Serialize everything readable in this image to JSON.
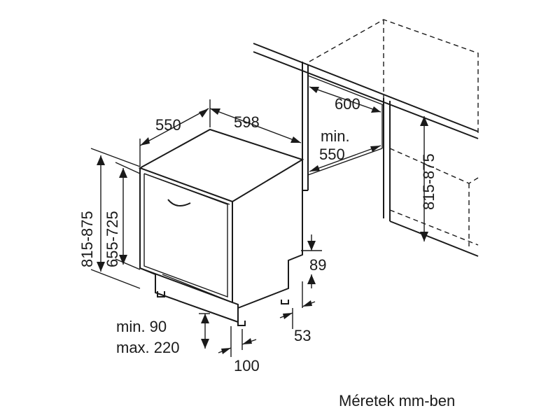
{
  "caption": "Méretek mm-ben",
  "dimensions": {
    "depth": "550",
    "width": "598",
    "height_range_left": "815-875",
    "door_height_range": "655-725",
    "niche_width": "600",
    "niche_depth_line1": "min.",
    "niche_depth_line2": "550",
    "niche_height_range": "815-875",
    "plinth_height": "89",
    "foot_offset": "53",
    "plinth_gap_line1": "min. 90",
    "plinth_gap_line2": "max. 220",
    "plinth_depth": "100"
  },
  "colors": {
    "line": "#1a1a1a",
    "background": "#ffffff"
  }
}
